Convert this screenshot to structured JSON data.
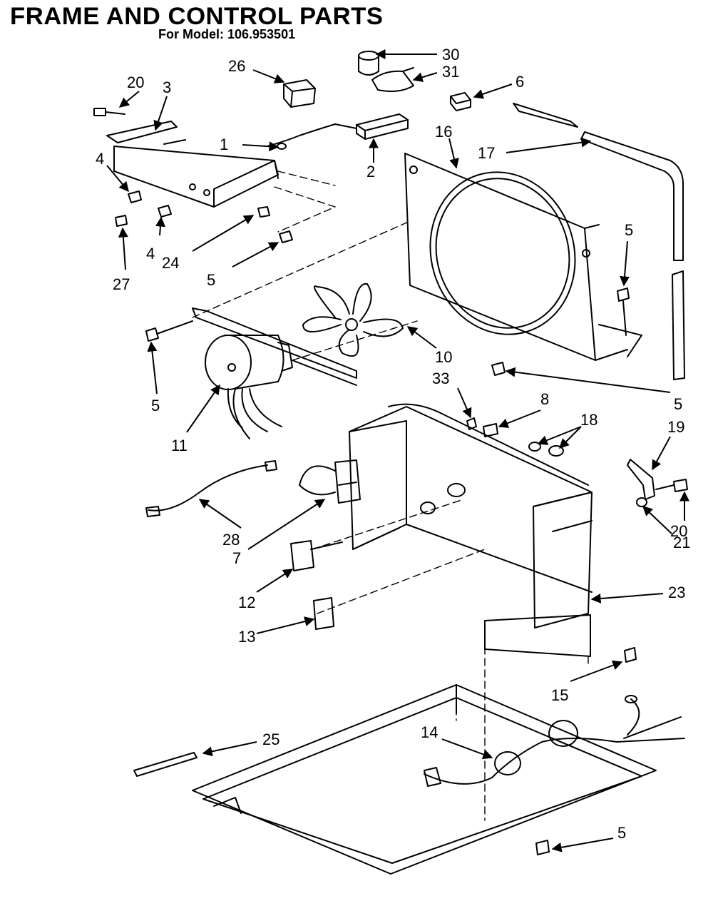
{
  "header": {
    "title": "FRAME AND CONTROL PARTS",
    "subtitle": "For Model: 106.953501"
  },
  "callouts": [
    {
      "id": "c20a",
      "text": "20"
    },
    {
      "id": "c3",
      "text": "3"
    },
    {
      "id": "c26",
      "text": "26"
    },
    {
      "id": "c30",
      "text": "30"
    },
    {
      "id": "c31",
      "text": "31"
    },
    {
      "id": "c6",
      "text": "6"
    },
    {
      "id": "c16",
      "text": "16"
    },
    {
      "id": "c17",
      "text": "17"
    },
    {
      "id": "c1",
      "text": "1"
    },
    {
      "id": "c2",
      "text": "2"
    },
    {
      "id": "c4a",
      "text": "4"
    },
    {
      "id": "c4b",
      "text": "4"
    },
    {
      "id": "c24",
      "text": "24"
    },
    {
      "id": "c27",
      "text": "27"
    },
    {
      "id": "c5a",
      "text": "5"
    },
    {
      "id": "c5b",
      "text": "5"
    },
    {
      "id": "c5c",
      "text": "5"
    },
    {
      "id": "c5d",
      "text": "5"
    },
    {
      "id": "c5e",
      "text": "5"
    },
    {
      "id": "c10",
      "text": "10"
    },
    {
      "id": "c11",
      "text": "11"
    },
    {
      "id": "c33",
      "text": "33"
    },
    {
      "id": "c8",
      "text": "8"
    },
    {
      "id": "c18",
      "text": "18"
    },
    {
      "id": "c19",
      "text": "19"
    },
    {
      "id": "c20b",
      "text": "20"
    },
    {
      "id": "c21",
      "text": "21"
    },
    {
      "id": "c28",
      "text": "28"
    },
    {
      "id": "c7",
      "text": "7"
    },
    {
      "id": "c12",
      "text": "12"
    },
    {
      "id": "c13",
      "text": "13"
    },
    {
      "id": "c23",
      "text": "23"
    },
    {
      "id": "c15",
      "text": "15"
    },
    {
      "id": "c14",
      "text": "14"
    },
    {
      "id": "c25",
      "text": "25"
    }
  ]
}
